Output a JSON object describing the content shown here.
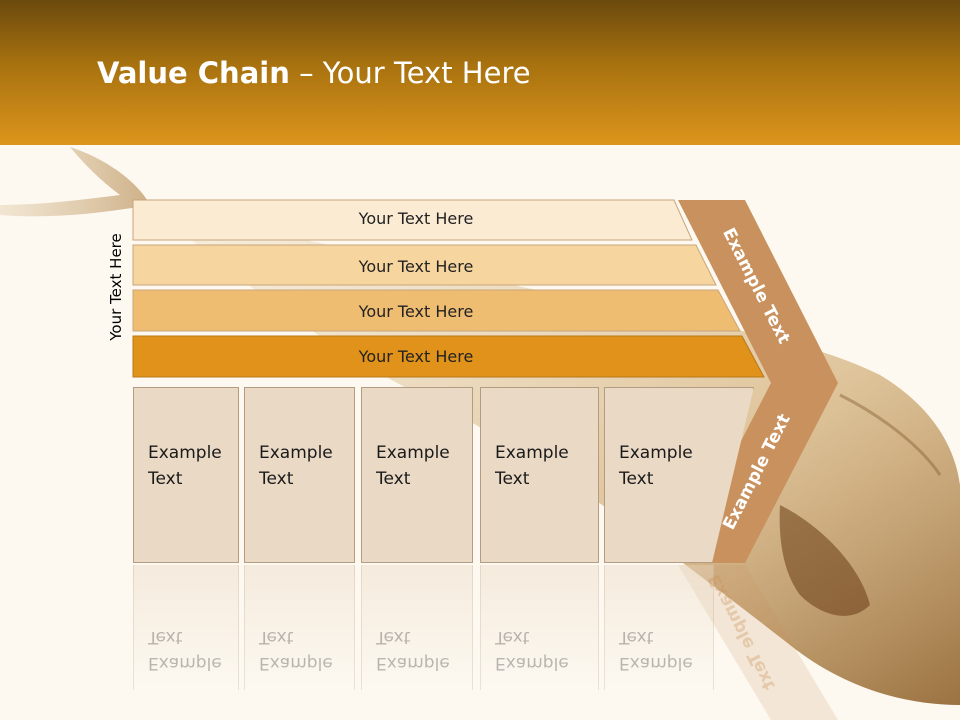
{
  "slide": {
    "title_bold": "Value Chain",
    "title_rest": " – Your Text Here",
    "side_label": "Your Text Here"
  },
  "bars": [
    {
      "label": "Your Text Here",
      "color": "#fbebd3"
    },
    {
      "label": "Your Text Here",
      "color": "#f7d59f"
    },
    {
      "label": "Your Text Here",
      "color": "#efbd72"
    },
    {
      "label": "Your Text Here",
      "color": "#e0921a"
    }
  ],
  "boxes": [
    {
      "line1": "Example",
      "line2": "Text"
    },
    {
      "line1": "Example",
      "line2": "Text"
    },
    {
      "line1": "Example",
      "line2": "Text"
    },
    {
      "line1": "Example",
      "line2": "Text"
    },
    {
      "line1": "Example",
      "line2": "Text"
    }
  ],
  "chevron": {
    "upper_label": "Example Text",
    "lower_label": "Example Text",
    "color": "#c8915d"
  },
  "colors": {
    "header_dark": "#6b4a0e",
    "header_light": "#dc951c",
    "box_fill": "#ead9c5"
  }
}
